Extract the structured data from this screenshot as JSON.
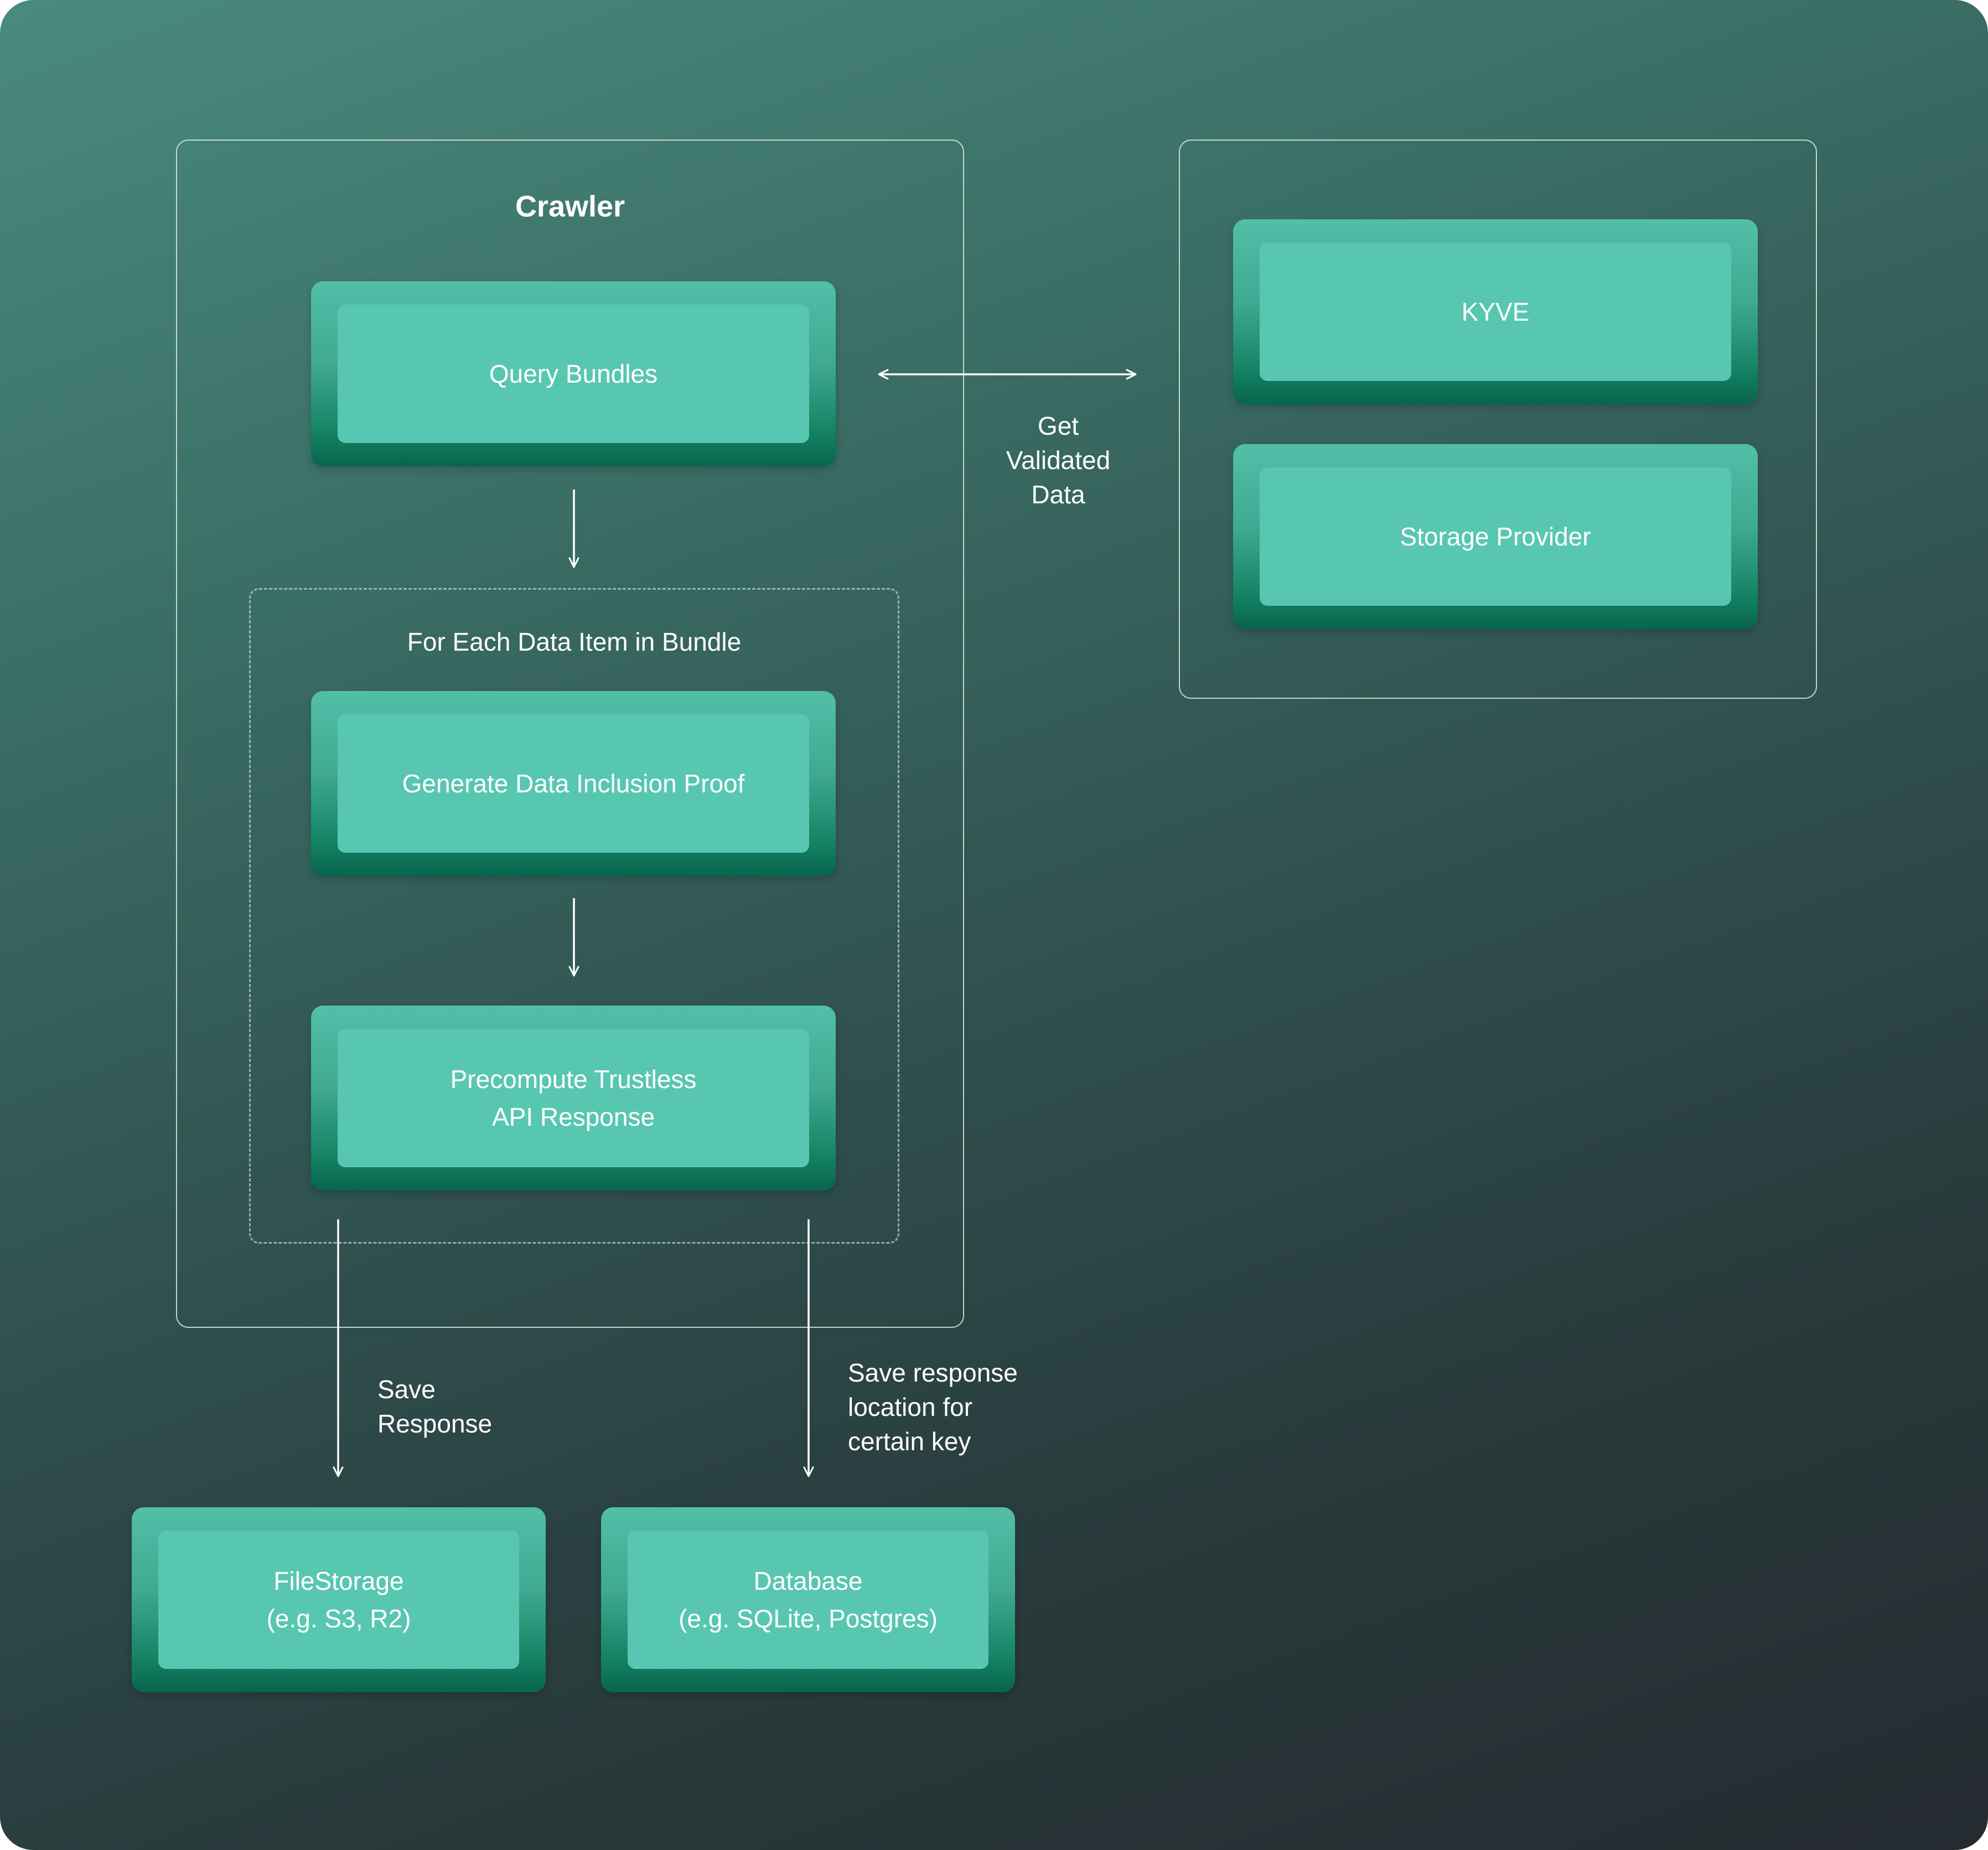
{
  "crawler": {
    "title": "Crawler",
    "loop_label": "For Each Data Item in Bundle"
  },
  "nodes": {
    "query_bundles": [
      "Query Bundles"
    ],
    "generate_proof": [
      "Generate Data Inclusion Proof"
    ],
    "precompute": [
      "Precompute Trustless",
      "API Response"
    ],
    "kyve": [
      "KYVE"
    ],
    "storage_provider": [
      "Storage Provider"
    ],
    "file_storage": [
      "FileStorage",
      "(e.g. S3, R2)"
    ],
    "database": [
      "Database",
      "(e.g. SQLite, Postgres)"
    ]
  },
  "edges": {
    "get_validated_data": [
      "Get",
      "Validated",
      "Data"
    ],
    "save_response": [
      "Save",
      "Response"
    ],
    "save_location": [
      "Save response",
      "location for",
      "certain key"
    ]
  },
  "colors": {
    "node_face": "#58c7b1",
    "node_base_dark": "#07654d",
    "line": "#ffffff"
  }
}
